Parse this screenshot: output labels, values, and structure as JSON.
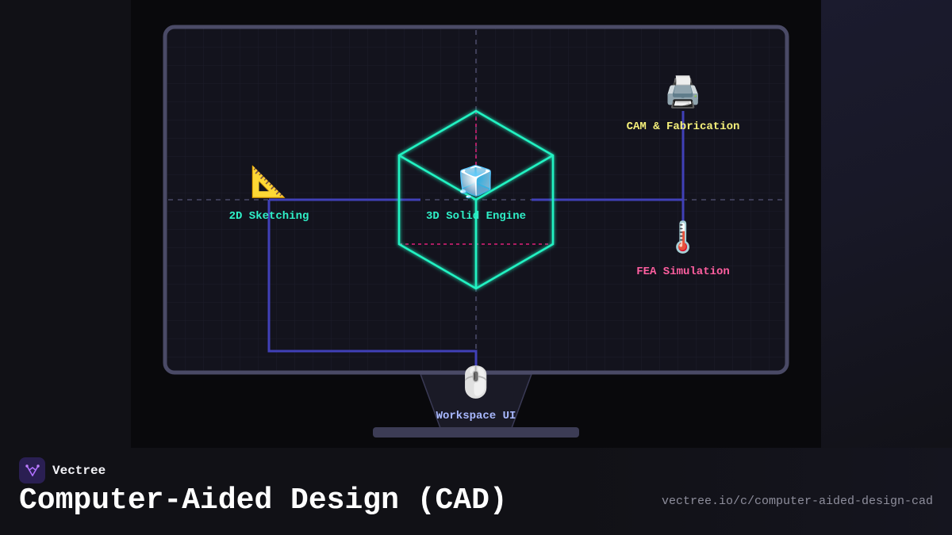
{
  "brand": {
    "name": "Vectree",
    "logo_icon": "vectree-logo-icon"
  },
  "page": {
    "title": "Computer-Aided Design (CAD)",
    "url": "vectree.io/c/computer-aided-design-cad"
  },
  "diagram": {
    "nodes": [
      {
        "id": "sketching",
        "label": "2D Sketching",
        "icon": "triangular-ruler-icon",
        "glyph": "📐",
        "color": "#2ff0c8"
      },
      {
        "id": "solid",
        "label": "3D Solid Engine",
        "icon": "ice-cube-icon",
        "glyph": "🧊",
        "color": "#2ff0c8"
      },
      {
        "id": "cam",
        "label": "CAM & Fabrication",
        "icon": "printer-icon",
        "glyph": "🖨️",
        "color": "#f5f07a"
      },
      {
        "id": "fea",
        "label": "FEA Simulation",
        "icon": "thermometer-icon",
        "glyph": "🌡️",
        "color": "#ff5fa0"
      },
      {
        "id": "workspace",
        "label": "Workspace UI",
        "icon": "computer-mouse-icon",
        "glyph": "🖱️",
        "color": "#a8b8ff"
      }
    ],
    "colors": {
      "connector": "#4040b8",
      "cube": "#21f2c2",
      "cube_dashed": "#e0207a",
      "monitor_frame": "#4a4a66",
      "accent": "#8a4ad8"
    }
  }
}
